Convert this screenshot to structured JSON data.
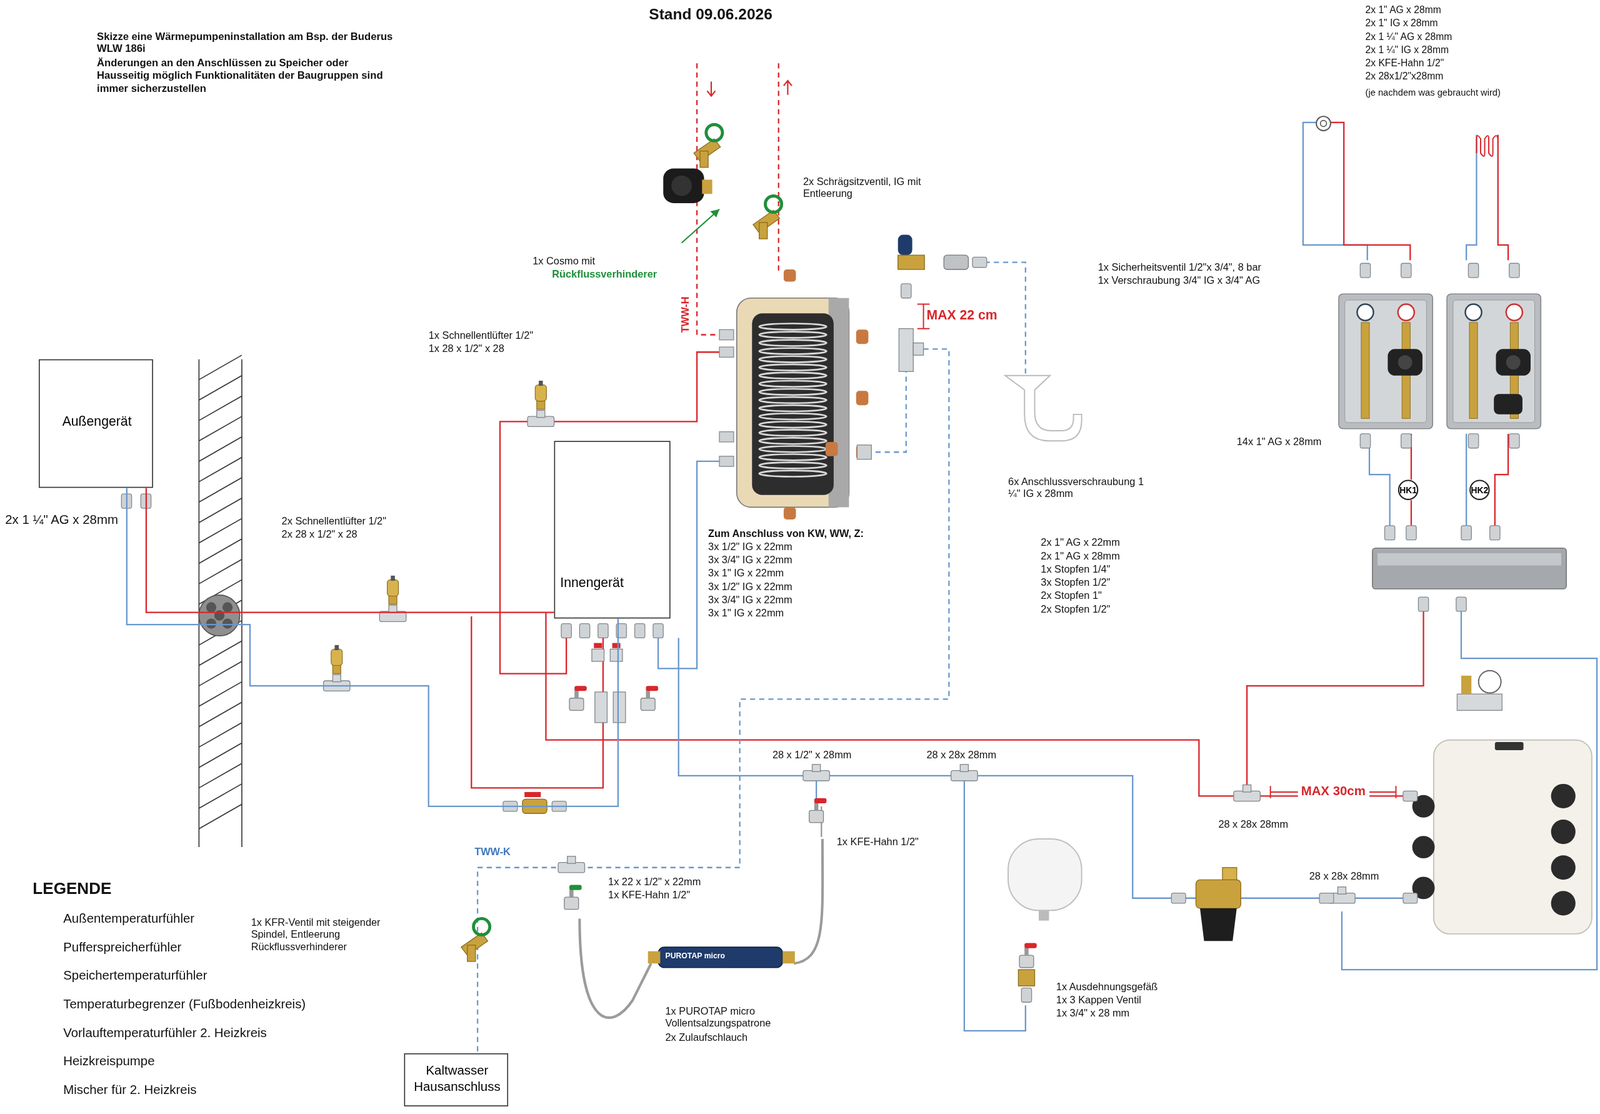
{
  "diagram": {
    "title": "Stand 09.06.2026",
    "nodes": [
      {
        "text": [
          "Außengerät"
        ]
      },
      {
        "text": [
          "Innengerät"
        ]
      },
      {
        "text": [
          "HK1"
        ]
      },
      {
        "text": [
          "HK2"
        ]
      },
      {
        "text": [
          "Kaltwasser Hausanschluss"
        ]
      }
    ],
    "edges": [
      {
        "from": 0,
        "to": 1,
        "arrow": "none"
      },
      {
        "from": 0,
        "to": 1,
        "arrow": "none"
      }
    ],
    "labels": [
      "Skizze eine Wärmepumpeninstallation am Bsp. der Buderus WLW 186i",
      "Änderungen an den Anschlüssen zu Speicher oder Hausseitig möglich Funktionalitäten der Baugruppen sind immer sicherzustellen",
      "2x 1\" AG x 28mm",
      "2x 1\" IG x 28mm",
      "2x 1 ¼\" AG x 28mm",
      "2x 1 ¼\" IG x 28mm",
      "2x KFE-Hahn 1/2\"",
      "2x 28x1/2\"x28mm",
      "(je nachdem was gebraucht wird)",
      "2x Schrägsitzventil, IG mit Entleerung",
      "1x Cosmo mit",
      "Rückflussverhinderer",
      "TWW-H",
      "1x Schnellentlüfter 1/2\"",
      "1x 28 x 1/2\" x 28",
      "MAX 22 cm",
      "1x Sicherheitsventil 1/2\"x 3/4\", 8 bar",
      "1x Verschraubung 3/4\" IG x 3/4\" AG",
      "14x 1\" AG x 28mm",
      "2x 1 ¼\" AG x 28mm",
      "2x Schnellentlüfter 1/2\"",
      "2x 28 x 1/2\" x 28",
      "Zum Anschluss von KW, WW, Z:",
      "3x 1/2\" IG x 22mm",
      "3x 3/4\" IG x 22mm",
      "3x 1\" IG x 22mm",
      "3x 1/2\" IG x 22mm",
      "3x 3/4\" IG x 22mm",
      "3x 1\" IG x 22mm",
      "6x Anschlussverschraubung 1 ¼\" IG x 28mm",
      "2x 1\" AG x 22mm",
      "2x 1\" AG x 28mm",
      "1x Stopfen 1/4\"",
      "3x Stopfen 1/2\"",
      "2x Stopfen 1\"",
      "2x Stopfen 1/2\"",
      "28 x 1/2\" x 28mm",
      "28 x 28x 28mm",
      "28 x 28x 28mm",
      "MAX 30cm",
      "28 x 28x 28mm",
      "1x KFE-Hahn 1/2\"",
      "TWW-K",
      "1x 22 x 1/2\" x 22mm",
      "1x KFE-Hahn 1/2\"",
      "1x KFR-Ventil mit steigender Spindel, Entleerung Rückflussverhinderer",
      "PUROTAP micro",
      "1x PUROTAP micro Vollentsalzungspatrone",
      "2x Zulaufschlauch",
      "1x Ausdehnungsgefäß",
      "1x 3 Kappen Ventil",
      "1x 3/4\" x 28 mm",
      "LEGENDE"
    ],
    "legend": [
      {
        "text": "Außentemperaturfühler"
      },
      {
        "text": "Pufferspreicherfühler"
      },
      {
        "text": "Speichertemperaturfühler"
      },
      {
        "text": "Temperaturbegrenzer (Fußbodenheizkreis)"
      },
      {
        "text": "Vorlauftemperaturfühler 2. Heizkreis"
      },
      {
        "text": "Heizkreispumpe"
      },
      {
        "text": "Mischer für 2. Heizkreis"
      }
    ]
  }
}
